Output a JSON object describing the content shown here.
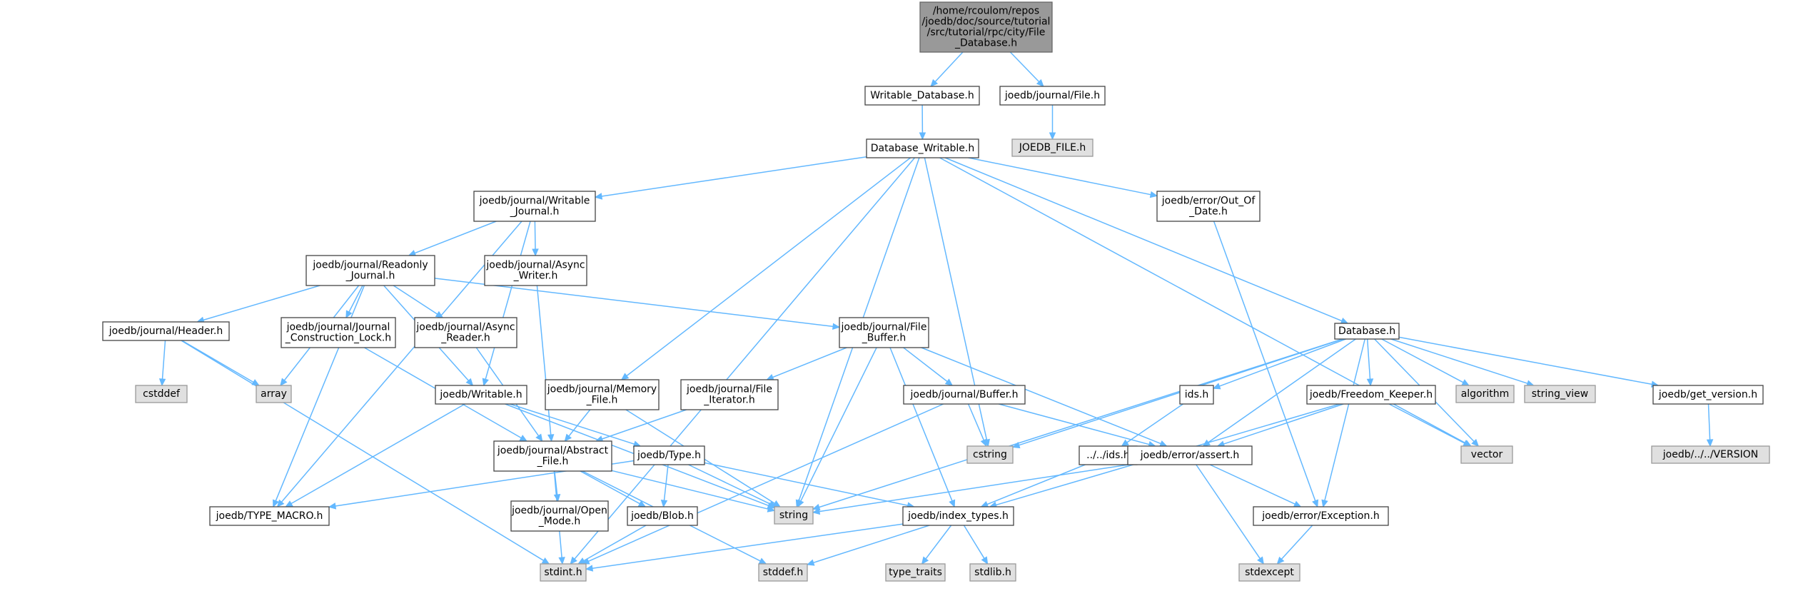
{
  "colors": {
    "edge": "#63b8ff",
    "root_fill": "#999999",
    "root_border": "#666666",
    "local_fill": "#ffffff",
    "local_border": "#444444",
    "system_fill": "#e0e0e0",
    "system_border": "#999999",
    "text": "#000000"
  },
  "nodes": [
    {
      "id": "root",
      "kind": "root",
      "lines": [
        "/home/rcoulom/repos",
        "/joedb/doc/source/tutorial",
        "/src/tutorial/rpc/city/File",
        "_Database.h"
      ]
    },
    {
      "id": "writable_database",
      "kind": "local",
      "lines": [
        "Writable_Database.h"
      ]
    },
    {
      "id": "journal_file",
      "kind": "local",
      "lines": [
        "joedb/journal/File.h"
      ]
    },
    {
      "id": "joedb_file",
      "kind": "system",
      "lines": [
        "JOEDB_FILE.h"
      ]
    },
    {
      "id": "database_writable",
      "kind": "local",
      "lines": [
        "Database_Writable.h"
      ]
    },
    {
      "id": "writable_journal",
      "kind": "local",
      "lines": [
        "joedb/journal/Writable",
        "_Journal.h"
      ]
    },
    {
      "id": "out_of_date",
      "kind": "local",
      "lines": [
        "joedb/error/Out_Of",
        "_Date.h"
      ]
    },
    {
      "id": "readonly_journal",
      "kind": "local",
      "lines": [
        "joedb/journal/Readonly",
        "_Journal.h"
      ]
    },
    {
      "id": "async_writer",
      "kind": "local",
      "lines": [
        "joedb/journal/Async",
        "_Writer.h"
      ]
    },
    {
      "id": "header",
      "kind": "local",
      "lines": [
        "joedb/journal/Header.h"
      ]
    },
    {
      "id": "construction_lock",
      "kind": "local",
      "lines": [
        "joedb/journal/Journal",
        "_Construction_Lock.h"
      ]
    },
    {
      "id": "async_reader",
      "kind": "local",
      "lines": [
        "joedb/journal/Async",
        "_Reader.h"
      ]
    },
    {
      "id": "file_buffer",
      "kind": "local",
      "lines": [
        "joedb/journal/File",
        "_Buffer.h"
      ]
    },
    {
      "id": "database",
      "kind": "local",
      "lines": [
        "Database.h"
      ]
    },
    {
      "id": "cstddef",
      "kind": "system",
      "lines": [
        "cstddef"
      ]
    },
    {
      "id": "array",
      "kind": "system",
      "lines": [
        "array"
      ]
    },
    {
      "id": "writable",
      "kind": "local",
      "lines": [
        "joedb/Writable.h"
      ]
    },
    {
      "id": "memory_file",
      "kind": "local",
      "lines": [
        "joedb/journal/Memory",
        "_File.h"
      ]
    },
    {
      "id": "file_iterator",
      "kind": "local",
      "lines": [
        "joedb/journal/File",
        "_Iterator.h"
      ]
    },
    {
      "id": "buffer",
      "kind": "local",
      "lines": [
        "joedb/journal/Buffer.h"
      ]
    },
    {
      "id": "ids",
      "kind": "local",
      "lines": [
        "ids.h"
      ]
    },
    {
      "id": "freedom_keeper",
      "kind": "local",
      "lines": [
        "joedb/Freedom_Keeper.h"
      ]
    },
    {
      "id": "algorithm",
      "kind": "system",
      "lines": [
        "algorithm"
      ]
    },
    {
      "id": "string_view",
      "kind": "system",
      "lines": [
        "string_view"
      ]
    },
    {
      "id": "get_version",
      "kind": "local",
      "lines": [
        "joedb/get_version.h"
      ]
    },
    {
      "id": "cstring",
      "kind": "system",
      "lines": [
        "cstring"
      ]
    },
    {
      "id": "vector",
      "kind": "system",
      "lines": [
        "vector"
      ]
    },
    {
      "id": "version",
      "kind": "system",
      "lines": [
        "joedb/../../VERSION"
      ]
    },
    {
      "id": "abstract_file",
      "kind": "local",
      "lines": [
        "joedb/journal/Abstract",
        "_File.h"
      ]
    },
    {
      "id": "type",
      "kind": "local",
      "lines": [
        "joedb/Type.h"
      ]
    },
    {
      "id": "parent_ids",
      "kind": "local",
      "lines": [
        "../../ids.h"
      ]
    },
    {
      "id": "assert",
      "kind": "local",
      "lines": [
        "joedb/error/assert.h"
      ]
    },
    {
      "id": "type_macro",
      "kind": "local",
      "lines": [
        "joedb/TYPE_MACRO.h"
      ]
    },
    {
      "id": "open_mode",
      "kind": "local",
      "lines": [
        "joedb/journal/Open",
        "_Mode.h"
      ]
    },
    {
      "id": "blob",
      "kind": "local",
      "lines": [
        "joedb/Blob.h"
      ]
    },
    {
      "id": "string",
      "kind": "system",
      "lines": [
        "string"
      ]
    },
    {
      "id": "index_types",
      "kind": "local",
      "lines": [
        "joedb/index_types.h"
      ]
    },
    {
      "id": "exception",
      "kind": "local",
      "lines": [
        "joedb/error/Exception.h"
      ]
    },
    {
      "id": "stdint",
      "kind": "system",
      "lines": [
        "stdint.h"
      ]
    },
    {
      "id": "stddef",
      "kind": "system",
      "lines": [
        "stddef.h"
      ]
    },
    {
      "id": "type_traits",
      "kind": "system",
      "lines": [
        "type_traits"
      ]
    },
    {
      "id": "stdlib",
      "kind": "system",
      "lines": [
        "stdlib.h"
      ]
    },
    {
      "id": "stdexcept",
      "kind": "system",
      "lines": [
        "stdexcept"
      ]
    }
  ],
  "edges": [
    [
      "root",
      "writable_database"
    ],
    [
      "root",
      "journal_file"
    ],
    [
      "journal_file",
      "joedb_file"
    ],
    [
      "writable_database",
      "database_writable"
    ],
    [
      "database_writable",
      "stdint"
    ],
    [
      "database_writable",
      "writable_journal"
    ],
    [
      "database_writable",
      "memory_file"
    ],
    [
      "database_writable",
      "string"
    ],
    [
      "database_writable",
      "cstring"
    ],
    [
      "database_writable",
      "out_of_date"
    ],
    [
      "database_writable",
      "database"
    ],
    [
      "database_writable",
      "vector"
    ],
    [
      "writable_journal",
      "type_macro"
    ],
    [
      "writable_journal",
      "readonly_journal"
    ],
    [
      "writable_journal",
      "async_writer"
    ],
    [
      "writable_journal",
      "writable"
    ],
    [
      "readonly_journal",
      "type_macro"
    ],
    [
      "readonly_journal",
      "header"
    ],
    [
      "readonly_journal",
      "array"
    ],
    [
      "readonly_journal",
      "construction_lock"
    ],
    [
      "readonly_journal",
      "async_reader"
    ],
    [
      "readonly_journal",
      "file_buffer"
    ],
    [
      "readonly_journal",
      "writable"
    ],
    [
      "async_writer",
      "abstract_file"
    ],
    [
      "header",
      "cstddef"
    ],
    [
      "header",
      "array"
    ],
    [
      "header",
      "stdint"
    ],
    [
      "construction_lock",
      "abstract_file"
    ],
    [
      "async_reader",
      "abstract_file"
    ],
    [
      "file_buffer",
      "file_iterator"
    ],
    [
      "file_buffer",
      "buffer"
    ],
    [
      "file_buffer",
      "string"
    ],
    [
      "file_buffer",
      "index_types"
    ],
    [
      "file_buffer",
      "assert"
    ],
    [
      "file_iterator",
      "abstract_file"
    ],
    [
      "buffer",
      "cstring"
    ],
    [
      "buffer",
      "assert"
    ],
    [
      "buffer",
      "stdint"
    ],
    [
      "writable",
      "type_macro"
    ],
    [
      "writable",
      "type"
    ],
    [
      "writable",
      "string"
    ],
    [
      "memory_file",
      "abstract_file"
    ],
    [
      "memory_file",
      "string"
    ],
    [
      "abstract_file",
      "open_mode"
    ],
    [
      "abstract_file",
      "blob"
    ],
    [
      "abstract_file",
      "string"
    ],
    [
      "abstract_file",
      "stdint"
    ],
    [
      "abstract_file",
      "stddef"
    ],
    [
      "type",
      "type_macro"
    ],
    [
      "type",
      "blob"
    ],
    [
      "type",
      "string"
    ],
    [
      "type",
      "index_types"
    ],
    [
      "blob",
      "stdint"
    ],
    [
      "index_types",
      "stdint"
    ],
    [
      "index_types",
      "stddef"
    ],
    [
      "index_types",
      "type_traits"
    ],
    [
      "index_types",
      "stdlib"
    ],
    [
      "out_of_date",
      "exception"
    ],
    [
      "database",
      "cstring"
    ],
    [
      "database",
      "string"
    ],
    [
      "database",
      "ids"
    ],
    [
      "database",
      "assert"
    ],
    [
      "database",
      "freedom_keeper"
    ],
    [
      "database",
      "algorithm"
    ],
    [
      "database",
      "string_view"
    ],
    [
      "database",
      "get_version"
    ],
    [
      "database",
      "vector"
    ],
    [
      "database",
      "exception"
    ],
    [
      "ids",
      "parent_ids"
    ],
    [
      "parent_ids",
      "index_types"
    ],
    [
      "freedom_keeper",
      "assert"
    ],
    [
      "freedom_keeper",
      "index_types"
    ],
    [
      "freedom_keeper",
      "vector"
    ],
    [
      "get_version",
      "version"
    ],
    [
      "assert",
      "string"
    ],
    [
      "assert",
      "exception"
    ],
    [
      "assert",
      "stdexcept"
    ],
    [
      "exception",
      "stdexcept"
    ]
  ]
}
